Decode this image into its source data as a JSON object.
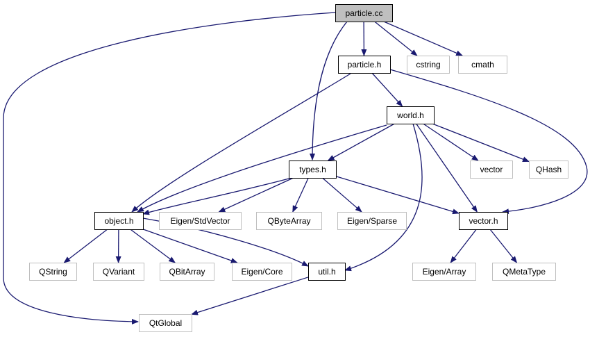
{
  "graph": {
    "edge_color": "#191970",
    "root_fill": "#bfbfbf",
    "documented_border": "#000000",
    "external_border": "#bfbfbf",
    "nodes": [
      {
        "id": "particle.cc",
        "label": "particle.cc",
        "kind": "root"
      },
      {
        "id": "particle.h",
        "label": "particle.h",
        "kind": "documented"
      },
      {
        "id": "cstring",
        "label": "cstring",
        "kind": "external"
      },
      {
        "id": "cmath",
        "label": "cmath",
        "kind": "external"
      },
      {
        "id": "world.h",
        "label": "world.h",
        "kind": "documented"
      },
      {
        "id": "types.h",
        "label": "types.h",
        "kind": "documented"
      },
      {
        "id": "vector",
        "label": "vector",
        "kind": "external"
      },
      {
        "id": "QHash",
        "label": "QHash",
        "kind": "external"
      },
      {
        "id": "object.h",
        "label": "object.h",
        "kind": "documented"
      },
      {
        "id": "Eigen/StdVector",
        "label": "Eigen/StdVector",
        "kind": "external"
      },
      {
        "id": "QByteArray",
        "label": "QByteArray",
        "kind": "external"
      },
      {
        "id": "Eigen/Sparse",
        "label": "Eigen/Sparse",
        "kind": "external"
      },
      {
        "id": "vector.h",
        "label": "vector.h",
        "kind": "documented"
      },
      {
        "id": "QString",
        "label": "QString",
        "kind": "external"
      },
      {
        "id": "QVariant",
        "label": "QVariant",
        "kind": "external"
      },
      {
        "id": "QBitArray",
        "label": "QBitArray",
        "kind": "external"
      },
      {
        "id": "Eigen/Core",
        "label": "Eigen/Core",
        "kind": "external"
      },
      {
        "id": "util.h",
        "label": "util.h",
        "kind": "documented"
      },
      {
        "id": "Eigen/Array",
        "label": "Eigen/Array",
        "kind": "external"
      },
      {
        "id": "QMetaType",
        "label": "QMetaType",
        "kind": "external"
      },
      {
        "id": "QtGlobal",
        "label": "QtGlobal",
        "kind": "external"
      }
    ],
    "edges": [
      [
        "particle.cc",
        "particle.h"
      ],
      [
        "particle.cc",
        "cstring"
      ],
      [
        "particle.cc",
        "cmath"
      ],
      [
        "particle.cc",
        "types.h"
      ],
      [
        "particle.cc",
        "QtGlobal"
      ],
      [
        "particle.h",
        "world.h"
      ],
      [
        "particle.h",
        "object.h"
      ],
      [
        "particle.h",
        "vector.h"
      ],
      [
        "world.h",
        "types.h"
      ],
      [
        "world.h",
        "object.h"
      ],
      [
        "world.h",
        "vector"
      ],
      [
        "world.h",
        "QHash"
      ],
      [
        "world.h",
        "vector.h"
      ],
      [
        "world.h",
        "util.h"
      ],
      [
        "types.h",
        "object.h"
      ],
      [
        "types.h",
        "Eigen/StdVector"
      ],
      [
        "types.h",
        "QByteArray"
      ],
      [
        "types.h",
        "Eigen/Sparse"
      ],
      [
        "types.h",
        "vector.h"
      ],
      [
        "object.h",
        "QString"
      ],
      [
        "object.h",
        "QVariant"
      ],
      [
        "object.h",
        "QBitArray"
      ],
      [
        "object.h",
        "Eigen/Core"
      ],
      [
        "object.h",
        "util.h"
      ],
      [
        "vector.h",
        "Eigen/Array"
      ],
      [
        "vector.h",
        "QMetaType"
      ],
      [
        "util.h",
        "QtGlobal"
      ]
    ]
  }
}
